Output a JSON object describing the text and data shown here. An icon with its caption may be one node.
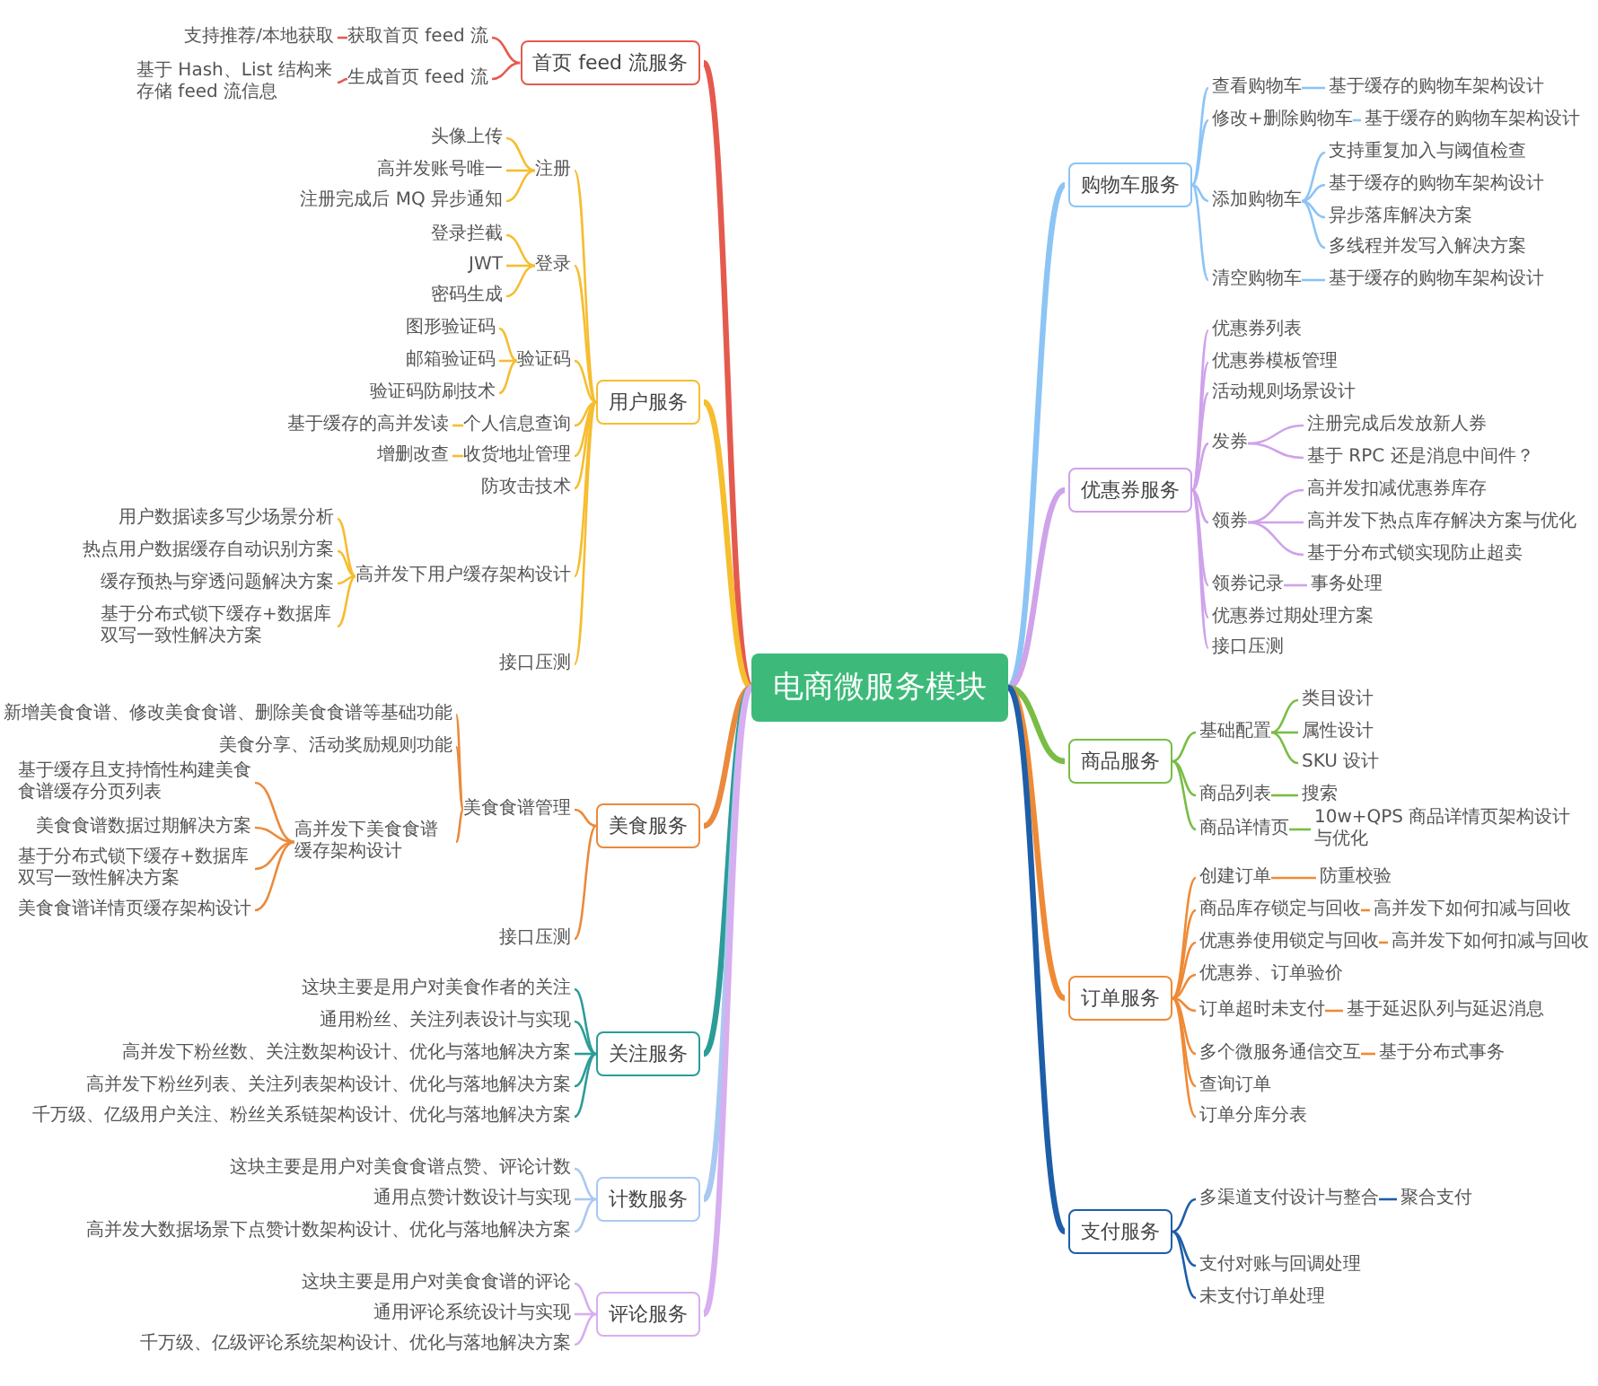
{
  "diagram": {
    "nodes": [
      {
        "text": [
          "电商微服务模块"
        ]
      },
      {
        "text": [
          "首页 feed 流服务"
        ]
      },
      {
        "text": [
          "获取首页 feed 流"
        ]
      },
      {
        "text": [
          "支持推荐/本地获取"
        ]
      },
      {
        "text": [
          "生成首页 feed 流"
        ]
      },
      {
        "text": [
          "基于 Hash、List 结构来存储 feed 流信息"
        ]
      },
      {
        "text": [
          "用户服务"
        ]
      },
      {
        "text": [
          "注册"
        ]
      },
      {
        "text": [
          "头像上传"
        ]
      },
      {
        "text": [
          "高并发账号唯一"
        ]
      },
      {
        "text": [
          "注册完成后 MQ 异步通知"
        ]
      },
      {
        "text": [
          "登录"
        ]
      },
      {
        "text": [
          "登录拦截"
        ]
      },
      {
        "text": [
          "JWT"
        ]
      },
      {
        "text": [
          "密码生成"
        ]
      },
      {
        "text": [
          "验证码"
        ]
      },
      {
        "text": [
          "图形验证码"
        ]
      },
      {
        "text": [
          "邮箱验证码"
        ]
      },
      {
        "text": [
          "验证码防刷技术"
        ]
      },
      {
        "text": [
          "个人信息查询"
        ]
      },
      {
        "text": [
          "基于缓存的高并发读"
        ]
      },
      {
        "text": [
          "收货地址管理"
        ]
      },
      {
        "text": [
          "增删改查"
        ]
      },
      {
        "text": [
          "防攻击技术"
        ]
      },
      {
        "text": [
          "高并发下用户缓存架构设计"
        ]
      },
      {
        "text": [
          "用户数据读多写少场景分析"
        ]
      },
      {
        "text": [
          "热点用户数据缓存自动识别方案"
        ]
      },
      {
        "text": [
          "缓存预热与穿透问题解决方案"
        ]
      },
      {
        "text": [
          "基于分布式锁下缓存+数据库双写一致性解决方案"
        ]
      },
      {
        "text": [
          "接口压测"
        ]
      },
      {
        "text": [
          "美食服务"
        ]
      },
      {
        "text": [
          "美食食谱管理"
        ]
      },
      {
        "text": [
          "新增美食食谱、修改美食食谱、删除美食食谱等基础功能"
        ]
      },
      {
        "text": [
          "美食分享、活动奖励规则功能"
        ]
      },
      {
        "text": [
          "高并发下美食食谱缓存架构设计"
        ]
      },
      {
        "text": [
          "基于缓存且支持惰性构建美食食谱缓存分页列表"
        ]
      },
      {
        "text": [
          "美食食谱数据过期解决方案"
        ]
      },
      {
        "text": [
          "基于分布式锁下缓存+数据库双写一致性解决方案"
        ]
      },
      {
        "text": [
          "美食食谱详情页缓存架构设计"
        ]
      },
      {
        "text": [
          "接口压测"
        ]
      },
      {
        "text": [
          "关注服务"
        ]
      },
      {
        "text": [
          "这块主要是用户对美食作者的关注"
        ]
      },
      {
        "text": [
          "通用粉丝、关注列表设计与实现"
        ]
      },
      {
        "text": [
          "高并发下粉丝数、关注数架构设计、优化与落地解决方案"
        ]
      },
      {
        "text": [
          "高并发下粉丝列表、关注列表架构设计、优化与落地解决方案"
        ]
      },
      {
        "text": [
          "千万级、亿级用户关注、粉丝关系链架构设计、优化与落地解决方案"
        ]
      },
      {
        "text": [
          "计数服务"
        ]
      },
      {
        "text": [
          "这块主要是用户对美食食谱点赞、评论计数"
        ]
      },
      {
        "text": [
          "通用点赞计数设计与实现"
        ]
      },
      {
        "text": [
          "高并发大数据场景下点赞计数架构设计、优化与落地解决方案"
        ]
      },
      {
        "text": [
          "评论服务"
        ]
      },
      {
        "text": [
          "这块主要是用户对美食食谱的评论"
        ]
      },
      {
        "text": [
          "通用评论系统设计与实现"
        ]
      },
      {
        "text": [
          "千万级、亿级评论系统架构设计、优化与落地解决方案"
        ]
      },
      {
        "text": [
          "购物车服务"
        ]
      },
      {
        "text": [
          "查看购物车"
        ]
      },
      {
        "text": [
          "基于缓存的购物车架构设计"
        ]
      },
      {
        "text": [
          "修改+删除购物车"
        ]
      },
      {
        "text": [
          "基于缓存的购物车架构设计"
        ]
      },
      {
        "text": [
          "添加购物车"
        ]
      },
      {
        "text": [
          "支持重复加入与阈值检查"
        ]
      },
      {
        "text": [
          "基于缓存的购物车架构设计"
        ]
      },
      {
        "text": [
          "异步落库解决方案"
        ]
      },
      {
        "text": [
          "多线程并发写入解决方案"
        ]
      },
      {
        "text": [
          "清空购物车"
        ]
      },
      {
        "text": [
          "基于缓存的购物车架构设计"
        ]
      },
      {
        "text": [
          "优惠券服务"
        ]
      },
      {
        "text": [
          "优惠券列表"
        ]
      },
      {
        "text": [
          "优惠券模板管理"
        ]
      },
      {
        "text": [
          "活动规则场景设计"
        ]
      },
      {
        "text": [
          "发券"
        ]
      },
      {
        "text": [
          "注册完成后发放新人券"
        ]
      },
      {
        "text": [
          "基于 RPC 还是消息中间件？"
        ]
      },
      {
        "text": [
          "领券"
        ]
      },
      {
        "text": [
          "高并发扣减优惠券库存"
        ]
      },
      {
        "text": [
          "高并发下热点库存解决方案与优化"
        ]
      },
      {
        "text": [
          "基于分布式锁实现防止超卖"
        ]
      },
      {
        "text": [
          "领券记录"
        ]
      },
      {
        "text": [
          "事务处理"
        ]
      },
      {
        "text": [
          "优惠券过期处理方案"
        ]
      },
      {
        "text": [
          "接口压测"
        ]
      },
      {
        "text": [
          "商品服务"
        ]
      },
      {
        "text": [
          "基础配置"
        ]
      },
      {
        "text": [
          "类目设计"
        ]
      },
      {
        "text": [
          "属性设计"
        ]
      },
      {
        "text": [
          "SKU 设计"
        ]
      },
      {
        "text": [
          "商品列表"
        ]
      },
      {
        "text": [
          "搜索"
        ]
      },
      {
        "text": [
          "商品详情页"
        ]
      },
      {
        "text": [
          "10w+QPS 商品详情页架构设计与优化"
        ]
      },
      {
        "text": [
          "订单服务"
        ]
      },
      {
        "text": [
          "创建订单"
        ]
      },
      {
        "text": [
          "防重校验"
        ]
      },
      {
        "text": [
          "商品库存锁定与回收"
        ]
      },
      {
        "text": [
          "高并发下如何扣减与回收"
        ]
      },
      {
        "text": [
          "优惠券使用锁定与回收"
        ]
      },
      {
        "text": [
          "高并发下如何扣减与回收"
        ]
      },
      {
        "text": [
          "优惠券、订单验价"
        ]
      },
      {
        "text": [
          "订单超时未支付"
        ]
      },
      {
        "text": [
          "基于延迟队列与延迟消息"
        ]
      },
      {
        "text": [
          "多个微服务通信交互"
        ]
      },
      {
        "text": [
          "基于分布式事务"
        ]
      },
      {
        "text": [
          "查询订单"
        ]
      },
      {
        "text": [
          "订单分库分表"
        ]
      },
      {
        "text": [
          "支付服务"
        ]
      },
      {
        "text": [
          "多渠道支付设计与整合"
        ]
      },
      {
        "text": [
          "聚合支付"
        ]
      },
      {
        "text": [
          "支付对账与回调处理"
        ]
      },
      {
        "text": [
          "未支付订单处理"
        ]
      }
    ],
    "edges": [
      {
        "from": 0,
        "to": 1,
        "arrow": "none",
        "style": "thick",
        "color": "#e55a4e"
      },
      {
        "from": 0,
        "to": 6,
        "arrow": "none",
        "style": "thick",
        "color": "#f6bd2f"
      },
      {
        "from": 0,
        "to": 30,
        "arrow": "none",
        "style": "thick",
        "color": "#ea8a3c"
      },
      {
        "from": 0,
        "to": 40,
        "arrow": "none",
        "style": "thick",
        "color": "#2c9c98"
      },
      {
        "from": 0,
        "to": 46,
        "arrow": "none",
        "style": "thick",
        "color": "#a9c9f2"
      },
      {
        "from": 0,
        "to": 50,
        "arrow": "none",
        "style": "thick",
        "color": "#d7aef0"
      },
      {
        "from": 0,
        "to": 54,
        "arrow": "none",
        "style": "thick",
        "color": "#8cc4f6"
      },
      {
        "from": 0,
        "to": 66,
        "arrow": "none",
        "style": "thick",
        "color": "#cfa2ea"
      },
      {
        "from": 0,
        "to": 81,
        "arrow": "none",
        "style": "thick",
        "color": "#79bd45"
      },
      {
        "from": 0,
        "to": 90,
        "arrow": "none",
        "style": "thick",
        "color": "#ee8a36"
      },
      {
        "from": 0,
        "to": 104,
        "arrow": "none",
        "style": "thick",
        "color": "#1d5ea8"
      },
      {
        "from": 1,
        "to": 2,
        "arrow": "none",
        "color": "#e55a4e"
      },
      {
        "from": 2,
        "to": 3,
        "arrow": "none",
        "color": "#e55a4e"
      },
      {
        "from": 1,
        "to": 4,
        "arrow": "none",
        "color": "#e55a4e"
      },
      {
        "from": 4,
        "to": 5,
        "arrow": "none",
        "color": "#e55a4e"
      },
      {
        "from": 6,
        "to": 7,
        "arrow": "none",
        "color": "#f6bd2f"
      },
      {
        "from": 7,
        "to": 8,
        "arrow": "none",
        "color": "#f6bd2f"
      },
      {
        "from": 7,
        "to": 9,
        "arrow": "none",
        "color": "#f6bd2f"
      },
      {
        "from": 7,
        "to": 10,
        "arrow": "none",
        "color": "#f6bd2f"
      },
      {
        "from": 6,
        "to": 11,
        "arrow": "none",
        "color": "#f6bd2f"
      },
      {
        "from": 11,
        "to": 12,
        "arrow": "none",
        "color": "#f6bd2f"
      },
      {
        "from": 11,
        "to": 13,
        "arrow": "none",
        "color": "#f6bd2f"
      },
      {
        "from": 11,
        "to": 14,
        "arrow": "none",
        "color": "#f6bd2f"
      },
      {
        "from": 6,
        "to": 15,
        "arrow": "none",
        "color": "#f6bd2f"
      },
      {
        "from": 15,
        "to": 16,
        "arrow": "none",
        "color": "#f6bd2f"
      },
      {
        "from": 15,
        "to": 17,
        "arrow": "none",
        "color": "#f6bd2f"
      },
      {
        "from": 15,
        "to": 18,
        "arrow": "none",
        "color": "#f6bd2f"
      },
      {
        "from": 6,
        "to": 19,
        "arrow": "none",
        "color": "#f6bd2f"
      },
      {
        "from": 19,
        "to": 20,
        "arrow": "none",
        "color": "#f6bd2f"
      },
      {
        "from": 6,
        "to": 21,
        "arrow": "none",
        "color": "#f6bd2f"
      },
      {
        "from": 21,
        "to": 22,
        "arrow": "none",
        "color": "#f6bd2f"
      },
      {
        "from": 6,
        "to": 23,
        "arrow": "none",
        "color": "#f6bd2f"
      },
      {
        "from": 6,
        "to": 24,
        "arrow": "none",
        "color": "#f6bd2f"
      },
      {
        "from": 24,
        "to": 25,
        "arrow": "none",
        "color": "#f6bd2f"
      },
      {
        "from": 24,
        "to": 26,
        "arrow": "none",
        "color": "#f6bd2f"
      },
      {
        "from": 24,
        "to": 27,
        "arrow": "none",
        "color": "#f6bd2f"
      },
      {
        "from": 24,
        "to": 28,
        "arrow": "none",
        "color": "#f6bd2f"
      },
      {
        "from": 6,
        "to": 29,
        "arrow": "none",
        "color": "#f6bd2f"
      },
      {
        "from": 30,
        "to": 31,
        "arrow": "none",
        "color": "#ea8a3c"
      },
      {
        "from": 31,
        "to": 32,
        "arrow": "none",
        "color": "#ea8a3c"
      },
      {
        "from": 31,
        "to": 33,
        "arrow": "none",
        "color": "#ea8a3c"
      },
      {
        "from": 31,
        "to": 34,
        "arrow": "none",
        "color": "#ea8a3c"
      },
      {
        "from": 34,
        "to": 35,
        "arrow": "none",
        "color": "#ea8a3c"
      },
      {
        "from": 34,
        "to": 36,
        "arrow": "none",
        "color": "#ea8a3c"
      },
      {
        "from": 34,
        "to": 37,
        "arrow": "none",
        "color": "#ea8a3c"
      },
      {
        "from": 34,
        "to": 38,
        "arrow": "none",
        "color": "#ea8a3c"
      },
      {
        "from": 30,
        "to": 39,
        "arrow": "none",
        "color": "#ea8a3c"
      },
      {
        "from": 40,
        "to": 41,
        "arrow": "none",
        "color": "#2c9c98"
      },
      {
        "from": 40,
        "to": 42,
        "arrow": "none",
        "color": "#2c9c98"
      },
      {
        "from": 40,
        "to": 43,
        "arrow": "none",
        "color": "#2c9c98"
      },
      {
        "from": 40,
        "to": 44,
        "arrow": "none",
        "color": "#2c9c98"
      },
      {
        "from": 40,
        "to": 45,
        "arrow": "none",
        "color": "#2c9c98"
      },
      {
        "from": 46,
        "to": 47,
        "arrow": "none",
        "color": "#a9c9f2"
      },
      {
        "from": 46,
        "to": 48,
        "arrow": "none",
        "color": "#a9c9f2"
      },
      {
        "from": 46,
        "to": 49,
        "arrow": "none",
        "color": "#a9c9f2"
      },
      {
        "from": 50,
        "to": 51,
        "arrow": "none",
        "color": "#d7aef0"
      },
      {
        "from": 50,
        "to": 52,
        "arrow": "none",
        "color": "#d7aef0"
      },
      {
        "from": 50,
        "to": 53,
        "arrow": "none",
        "color": "#d7aef0"
      },
      {
        "from": 54,
        "to": 55,
        "arrow": "none",
        "color": "#8cc4f6"
      },
      {
        "from": 55,
        "to": 56,
        "arrow": "none",
        "color": "#8cc4f6"
      },
      {
        "from": 54,
        "to": 57,
        "arrow": "none",
        "color": "#8cc4f6"
      },
      {
        "from": 57,
        "to": 58,
        "arrow": "none",
        "color": "#8cc4f6"
      },
      {
        "from": 54,
        "to": 59,
        "arrow": "none",
        "color": "#8cc4f6"
      },
      {
        "from": 59,
        "to": 60,
        "arrow": "none",
        "color": "#8cc4f6"
      },
      {
        "from": 59,
        "to": 61,
        "arrow": "none",
        "color": "#8cc4f6"
      },
      {
        "from": 59,
        "to": 62,
        "arrow": "none",
        "color": "#8cc4f6"
      },
      {
        "from": 59,
        "to": 63,
        "arrow": "none",
        "color": "#8cc4f6"
      },
      {
        "from": 54,
        "to": 64,
        "arrow": "none",
        "color": "#8cc4f6"
      },
      {
        "from": 64,
        "to": 65,
        "arrow": "none",
        "color": "#8cc4f6"
      },
      {
        "from": 66,
        "to": 67,
        "arrow": "none",
        "color": "#cfa2ea"
      },
      {
        "from": 66,
        "to": 68,
        "arrow": "none",
        "color": "#cfa2ea"
      },
      {
        "from": 66,
        "to": 69,
        "arrow": "none",
        "color": "#cfa2ea"
      },
      {
        "from": 66,
        "to": 70,
        "arrow": "none",
        "color": "#cfa2ea"
      },
      {
        "from": 70,
        "to": 71,
        "arrow": "none",
        "color": "#cfa2ea"
      },
      {
        "from": 70,
        "to": 72,
        "arrow": "none",
        "color": "#cfa2ea"
      },
      {
        "from": 66,
        "to": 73,
        "arrow": "none",
        "color": "#cfa2ea"
      },
      {
        "from": 73,
        "to": 74,
        "arrow": "none",
        "color": "#cfa2ea"
      },
      {
        "from": 73,
        "to": 75,
        "arrow": "none",
        "color": "#cfa2ea"
      },
      {
        "from": 73,
        "to": 76,
        "arrow": "none",
        "color": "#cfa2ea"
      },
      {
        "from": 66,
        "to": 77,
        "arrow": "none",
        "color": "#cfa2ea"
      },
      {
        "from": 77,
        "to": 78,
        "arrow": "none",
        "color": "#cfa2ea"
      },
      {
        "from": 66,
        "to": 79,
        "arrow": "none",
        "color": "#cfa2ea"
      },
      {
        "from": 66,
        "to": 80,
        "arrow": "none",
        "color": "#cfa2ea"
      },
      {
        "from": 81,
        "to": 82,
        "arrow": "none",
        "color": "#79bd45"
      },
      {
        "from": 82,
        "to": 83,
        "arrow": "none",
        "color": "#79bd45"
      },
      {
        "from": 82,
        "to": 84,
        "arrow": "none",
        "color": "#79bd45"
      },
      {
        "from": 82,
        "to": 85,
        "arrow": "none",
        "color": "#79bd45"
      },
      {
        "from": 81,
        "to": 86,
        "arrow": "none",
        "color": "#79bd45"
      },
      {
        "from": 86,
        "to": 87,
        "arrow": "none",
        "color": "#79bd45"
      },
      {
        "from": 81,
        "to": 88,
        "arrow": "none",
        "color": "#79bd45"
      },
      {
        "from": 88,
        "to": 89,
        "arrow": "none",
        "color": "#79bd45"
      },
      {
        "from": 90,
        "to": 91,
        "arrow": "none",
        "color": "#ee8a36"
      },
      {
        "from": 91,
        "to": 92,
        "arrow": "none",
        "color": "#ee8a36"
      },
      {
        "from": 90,
        "to": 93,
        "arrow": "none",
        "color": "#ee8a36"
      },
      {
        "from": 93,
        "to": 94,
        "arrow": "none",
        "color": "#ee8a36"
      },
      {
        "from": 90,
        "to": 95,
        "arrow": "none",
        "color": "#ee8a36"
      },
      {
        "from": 95,
        "to": 96,
        "arrow": "none",
        "color": "#ee8a36"
      },
      {
        "from": 90,
        "to": 97,
        "arrow": "none",
        "color": "#ee8a36"
      },
      {
        "from": 90,
        "to": 98,
        "arrow": "none",
        "color": "#ee8a36"
      },
      {
        "from": 98,
        "to": 99,
        "arrow": "none",
        "color": "#ee8a36"
      },
      {
        "from": 90,
        "to": 100,
        "arrow": "none",
        "color": "#ee8a36"
      },
      {
        "from": 100,
        "to": 101,
        "arrow": "none",
        "color": "#ee8a36"
      },
      {
        "from": 90,
        "to": 102,
        "arrow": "none",
        "color": "#ee8a36"
      },
      {
        "from": 90,
        "to": 103,
        "arrow": "none",
        "color": "#ee8a36"
      },
      {
        "from": 104,
        "to": 105,
        "arrow": "none",
        "color": "#1d5ea8"
      },
      {
        "from": 105,
        "to": 106,
        "arrow": "none",
        "color": "#1d5ea8"
      },
      {
        "from": 104,
        "to": 107,
        "arrow": "none",
        "color": "#1d5ea8"
      },
      {
        "from": 104,
        "to": 108,
        "arrow": "none",
        "color": "#1d5ea8"
      }
    ]
  }
}
